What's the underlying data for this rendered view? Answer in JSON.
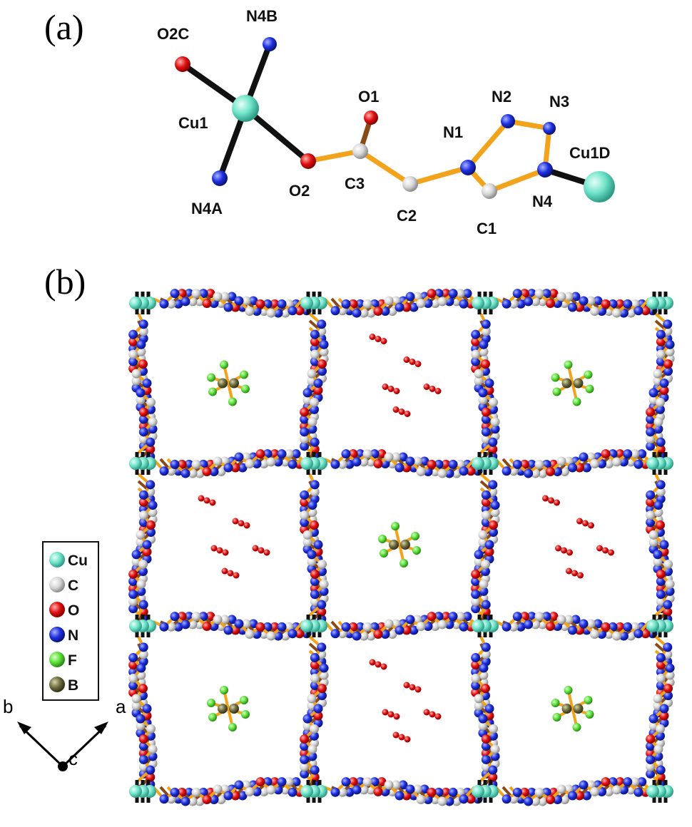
{
  "panels": {
    "a": "(a)",
    "b": "(b)"
  },
  "atom_labels": {
    "O2C": "O2C",
    "N4B": "N4B",
    "Cu1": "Cu1",
    "N4A": "N4A",
    "O2": "O2",
    "O1": "O1",
    "C3": "C3",
    "C2": "C2",
    "N1": "N1",
    "N2": "N2",
    "N3": "N3",
    "N4": "N4",
    "C1": "C1",
    "Cu1D": "Cu1D"
  },
  "legend": [
    {
      "symbol": "Cu",
      "color": "#6fe3c9"
    },
    {
      "symbol": "C",
      "color": "#d7d7d7"
    },
    {
      "symbol": "O",
      "color": "#e01010"
    },
    {
      "symbol": "N",
      "color": "#1e2fe0"
    },
    {
      "symbol": "F",
      "color": "#5de03a"
    },
    {
      "symbol": "B",
      "color": "#6d6b3f"
    }
  ],
  "axes": {
    "b": "b",
    "a": "a",
    "c": "c"
  },
  "colors": {
    "bond_organic": "#f2a31b",
    "bond_metal": "#111111",
    "bond_dark": "#8a4a16"
  }
}
